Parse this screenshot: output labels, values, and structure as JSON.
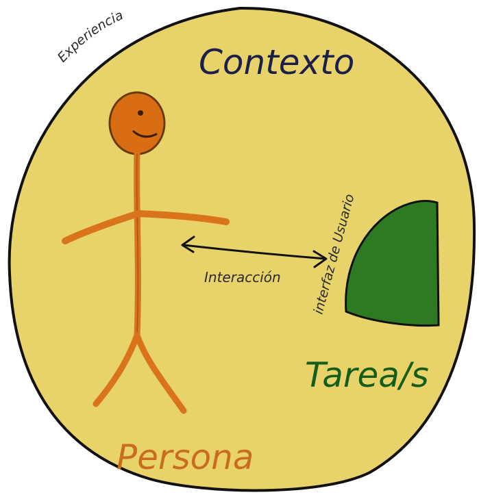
{
  "diagram": {
    "labels": {
      "experience": "Experiencia",
      "context": "Contexto",
      "interaction": "Interacción",
      "user_interface": "interfaz de Usuario",
      "tasks": "Tarea/s",
      "person": "Persona"
    },
    "colors": {
      "circle_fill": "#e8d26a",
      "outline": "#111111",
      "figure_orange": "#d9741c",
      "head_fill": "#d86d14",
      "tasks_green": "#2e7a23",
      "context_text": "#1b1f4a",
      "person_text": "#c96c1e",
      "tasks_text": "#165c1a",
      "label_dark": "#2a2a2a"
    },
    "icons": {
      "person": "stick-figure-icon",
      "interface": "quarter-round-shape",
      "interaction": "double-arrow"
    }
  }
}
